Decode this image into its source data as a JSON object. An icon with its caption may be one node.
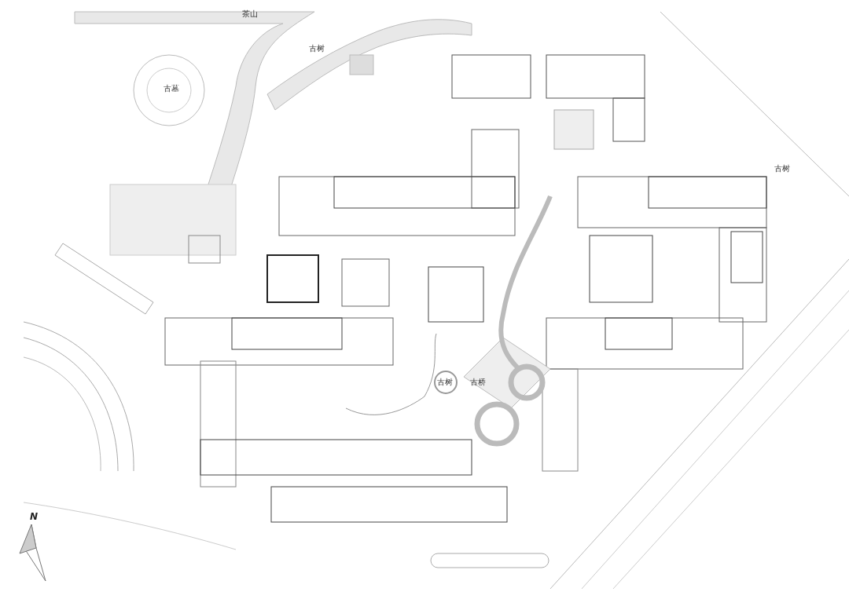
{
  "diagram": {
    "labels": [
      "茶山",
      "古树",
      "古墓",
      "古树",
      "古树",
      "古桥",
      "N"
    ]
  }
}
